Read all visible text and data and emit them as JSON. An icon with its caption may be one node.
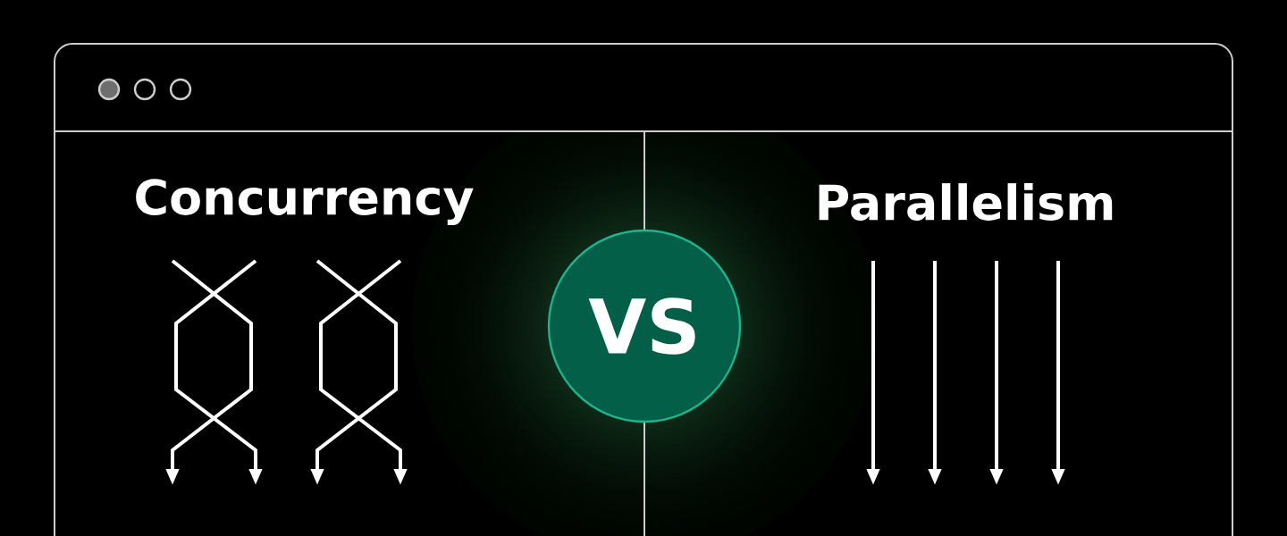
{
  "diagram": {
    "nodes": [
      {
        "text": [
          "VS"
        ]
      }
    ],
    "labels": [
      "Concurrency",
      "Parallelism"
    ]
  }
}
